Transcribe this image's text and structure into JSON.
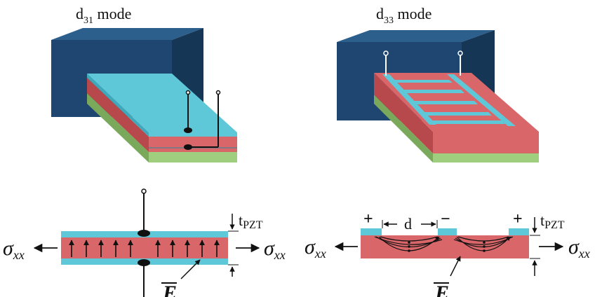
{
  "panels": {
    "d31": {
      "title_main": "d",
      "title_sub": "31",
      "title_rest": " mode"
    },
    "d33": {
      "title_main": "d",
      "title_sub": "33",
      "title_rest": " mode"
    }
  },
  "cross_sections": {
    "stress_symbol": "σ",
    "stress_subscript": "xx",
    "thickness_main": "t",
    "thickness_sub": "PZT",
    "field_symbol": "E",
    "electrode_gap": "d",
    "plus_sign": "+",
    "minus_sign": "−"
  },
  "colors": {
    "clamp_front": "#1e4670",
    "clamp_top": "#2d5f8c",
    "clamp_side": "#163656",
    "electrode": "#5ec8d8",
    "piezo": "#d9676a",
    "substrate": "#9fcf7e",
    "wire": "#111111"
  }
}
